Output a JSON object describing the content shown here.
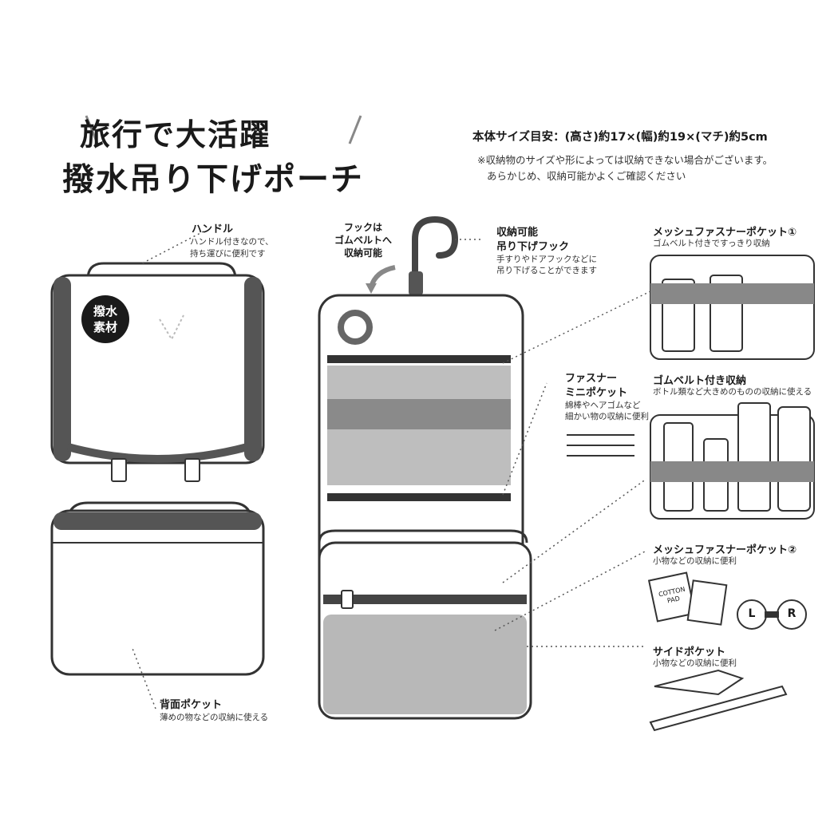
{
  "title": {
    "line1": "旅行で大活躍",
    "line2": "撥水吊り下げポーチ"
  },
  "spec": {
    "size": "本体サイズ目安：(高さ)約17×(幅)約19×(マチ)約5cm",
    "note1": "※収納物のサイズや形によっては収納できない場合がございます。",
    "note2": "あらかじめ、収納可能かよくご確認ください"
  },
  "badge": {
    "line1": "撥水",
    "line2": "素材"
  },
  "handle": {
    "label": "ハンドル",
    "desc1": "ハンドル付きなので、",
    "desc2": "持ち運びに便利です"
  },
  "back_pocket": {
    "label": "背面ポケット",
    "desc": "薄めの物などの収納に使える"
  },
  "hook_store": {
    "line1": "フックは",
    "line2": "ゴムベルトへ",
    "line3": "収納可能"
  },
  "hook": {
    "label1": "収納可能",
    "label2": "吊り下げフック",
    "desc1": "手すりやドアフックなどに",
    "desc2": "吊り下げることができます"
  },
  "mini_pocket": {
    "label1": "ファスナー",
    "label2": "ミニポケット",
    "desc1": "綿棒やヘアゴムなど",
    "desc2": "細かい物の収納に便利"
  },
  "mesh1": {
    "label": "メッシュファスナーポケット①",
    "desc": "ゴムベルト付きですっきり収納"
  },
  "elastic": {
    "label": "ゴムベルト付き収納",
    "desc": "ボトル類など大きめのものの収納に使える"
  },
  "mesh2": {
    "label": "メッシュファスナーポケット②",
    "desc": "小物などの収納に便利"
  },
  "side_pocket": {
    "label": "サイドポケット",
    "desc": "小物などの収納に便利"
  },
  "cotton": {
    "line1": "COTTON",
    "line2": "PAD"
  },
  "lens": {
    "left": "L",
    "right": "R"
  }
}
